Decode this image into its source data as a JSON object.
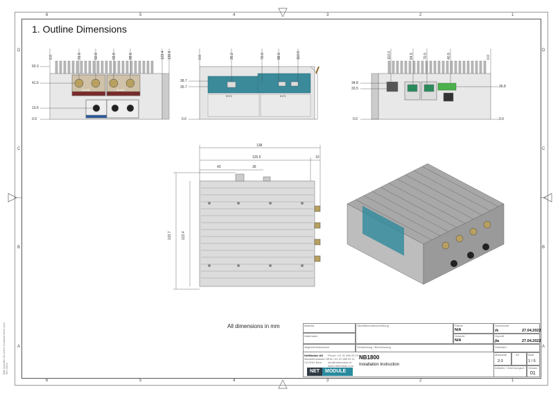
{
  "title": "1. Outline Dimensions",
  "note": "All dimensions in mm",
  "grid": {
    "columns": [
      "6",
      "5",
      "4",
      "3",
      "2",
      "1"
    ],
    "rows": [
      "D",
      "C",
      "B",
      "A"
    ]
  },
  "front_view": {
    "top_dims": [
      "0.0",
      "31.8",
      "50.8",
      "69.8",
      "88.8",
      "123.4",
      "130.6"
    ],
    "left_dims": [
      "60.3",
      "41.6",
      "13.6",
      "0.0"
    ],
    "labels": [
      "WLAN0",
      "WLAN1",
      "A1",
      "A2"
    ]
  },
  "side_view": {
    "top_dims": [
      "0.0",
      "35.2",
      "70.0",
      "88.5",
      "110.5"
    ],
    "left_dims": [
      "38.7",
      "35.7",
      "0.0"
    ],
    "labels": [
      "EXT0",
      "EXT1"
    ]
  },
  "rear_view": {
    "top_dims": [
      "110.0",
      "84.5",
      "70.5",
      "40.9",
      "0.0"
    ],
    "left_dims": [
      "34.8",
      "33.5",
      "0.0"
    ],
    "right_dims": [
      "36.8",
      "0.0"
    ]
  },
  "top_view": {
    "dims_h": [
      "138",
      "125.5",
      "43",
      "36",
      "10"
    ],
    "dims_v": [
      "133.7",
      "123.4"
    ]
  },
  "title_block": {
    "material_label": "Material",
    "surface_label": "Oberflächenbeschreibung",
    "area_label": "Fläche",
    "area_value": "N/A",
    "drawn_label": "Gezeichnet",
    "drawn_by": "rk",
    "drawn_date": "27.04.2022",
    "file_label": "Dateiname",
    "weight_label": "Gewicht",
    "weight_value": "N/A",
    "checked_label": "Geprüft",
    "checked_by": "jla",
    "checked_date": "27.04.2022",
    "tolerance_label": "Allgemeintoleranzen",
    "usage_label": "Verwendung / Bezeichnung",
    "approved_label": "Geändert",
    "company": "NetModule AG",
    "address_1": "Maulbeerstrasse 10",
    "address_2": "CH-3011 Bern",
    "phone": "Phone +41 31 985 25 10",
    "fax": "Fax +41 31 985 25 11",
    "email": "info@netmodule.ch",
    "web": "www.netmodule.com",
    "product": "NB1800",
    "doc_title": "Installation Instruction",
    "scale_label": "Massstab",
    "scale_value": "2:3",
    "format_label": "A3",
    "sheet_label": "Blatt",
    "sheet_value": "1 / 5",
    "ident_label": "Artikelnr / Zeichnungsnr.",
    "version_label": "Version",
    "version_value": "01",
    "logo_left": "NET",
    "logo_right": "MODULE"
  },
  "side_text": "Bitte beachten Sie unsere Schutzvermerke nach ISO 16016"
}
